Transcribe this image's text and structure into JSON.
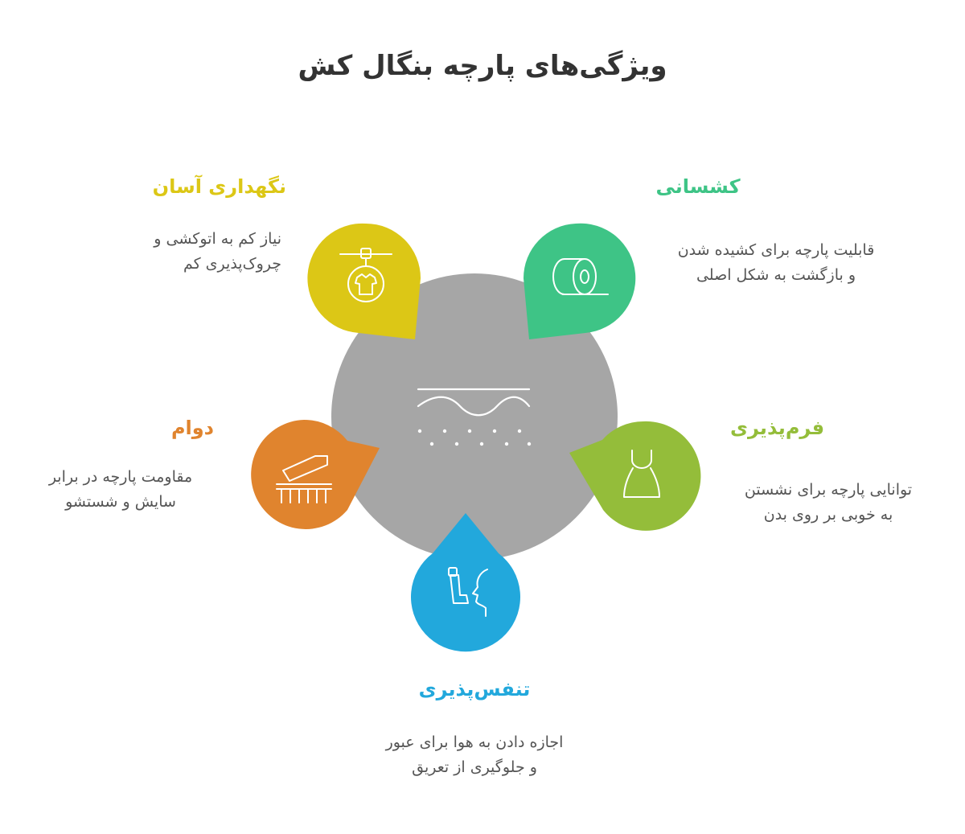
{
  "title": "ویژگی‌های پارچه بنگال کش",
  "colors": {
    "center": "#a6a6a6",
    "yellow": "#dcc716",
    "green": "#3ec486",
    "lime": "#94bd3a",
    "blue": "#22a8dc",
    "orange": "#e0842e",
    "title": "#333333",
    "text": "#555555"
  },
  "center_icon": "fabric-wave-icon",
  "features": {
    "elasticity": {
      "title": "کشسانی",
      "lines": [
        "قابلیت پارچه برای کشیده شدن",
        "و بازگشت به شکل اصلی"
      ],
      "icon": "fabric-roll-icon",
      "color": "#3ec486"
    },
    "fit": {
      "title": "فرم‌پذیری",
      "lines": [
        "توانایی پارچه برای نشستن",
        "به خوبی بر روی بدن"
      ],
      "icon": "dress-icon",
      "color": "#94bd3a"
    },
    "breathability": {
      "title": "تنفس‌پذیری",
      "lines": [
        "اجازه دادن به هوا برای عبور",
        "و جلوگیری از تعریق"
      ],
      "icon": "inhaler-face-icon",
      "color": "#22a8dc"
    },
    "durability": {
      "title": "دوام",
      "lines": [
        "مقاومت پارچه در برابر",
        "سایش و شستشو"
      ],
      "icon": "sewing-machine-icon",
      "color": "#e0842e"
    },
    "easy_care": {
      "title": "نگهداری آسان",
      "lines": [
        "نیاز کم به اتوکشی و",
        "چروک‌پذیری کم"
      ],
      "icon": "laundry-shirt-icon",
      "color": "#dcc716"
    }
  }
}
